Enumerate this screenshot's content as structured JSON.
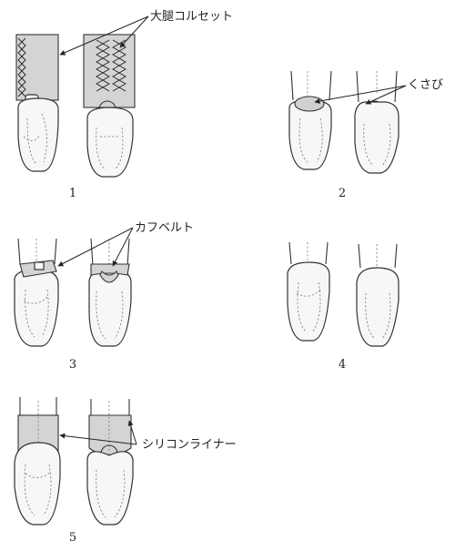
{
  "labels": {
    "thigh_corset": "大腿コルセット",
    "wedge": "くさび",
    "cuff_belt": "カフベルト",
    "silicone_liner": "シリコンライナー"
  },
  "figure_numbers": [
    "1",
    "2",
    "3",
    "4",
    "5"
  ]
}
